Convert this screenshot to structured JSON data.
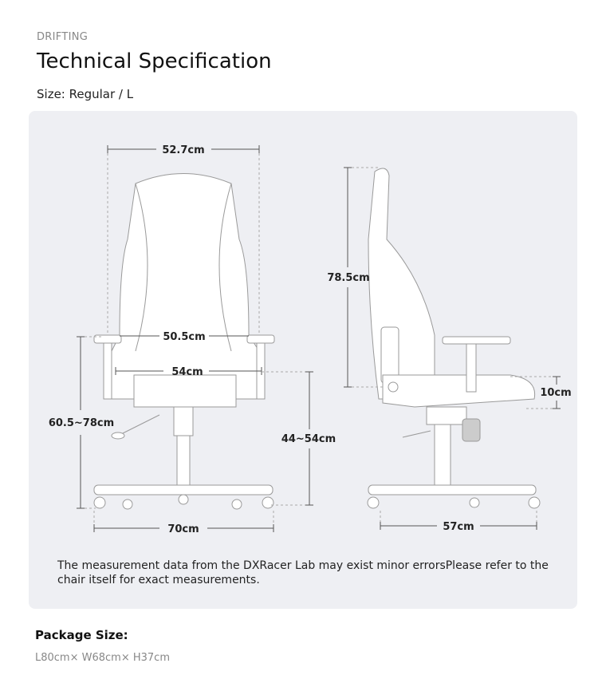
{
  "header": {
    "brand": "DRIFTING",
    "title": "Technical Specification",
    "size": "Size: Regular / L"
  },
  "dimensions": {
    "front_top_width": "52.7cm",
    "front_back_width": "50.5cm",
    "front_seat_width": "54cm",
    "armrest_height": "60.5~78cm",
    "seat_height": "44~54cm",
    "base_width": "70cm",
    "backrest_height": "78.5cm",
    "seat_thickness": "10cm",
    "seat_depth": "57cm"
  },
  "note": "The measurement data from the DXRacer Lab may exist minor errorsPlease refer to the chair itself for exact measurements.",
  "package": {
    "label": "Package Size:",
    "value": "L80cm× W68cm× H37cm"
  },
  "colors": {
    "panel": "#eeeff3",
    "outline": "#9a9a9a",
    "dimension": "#555555"
  }
}
